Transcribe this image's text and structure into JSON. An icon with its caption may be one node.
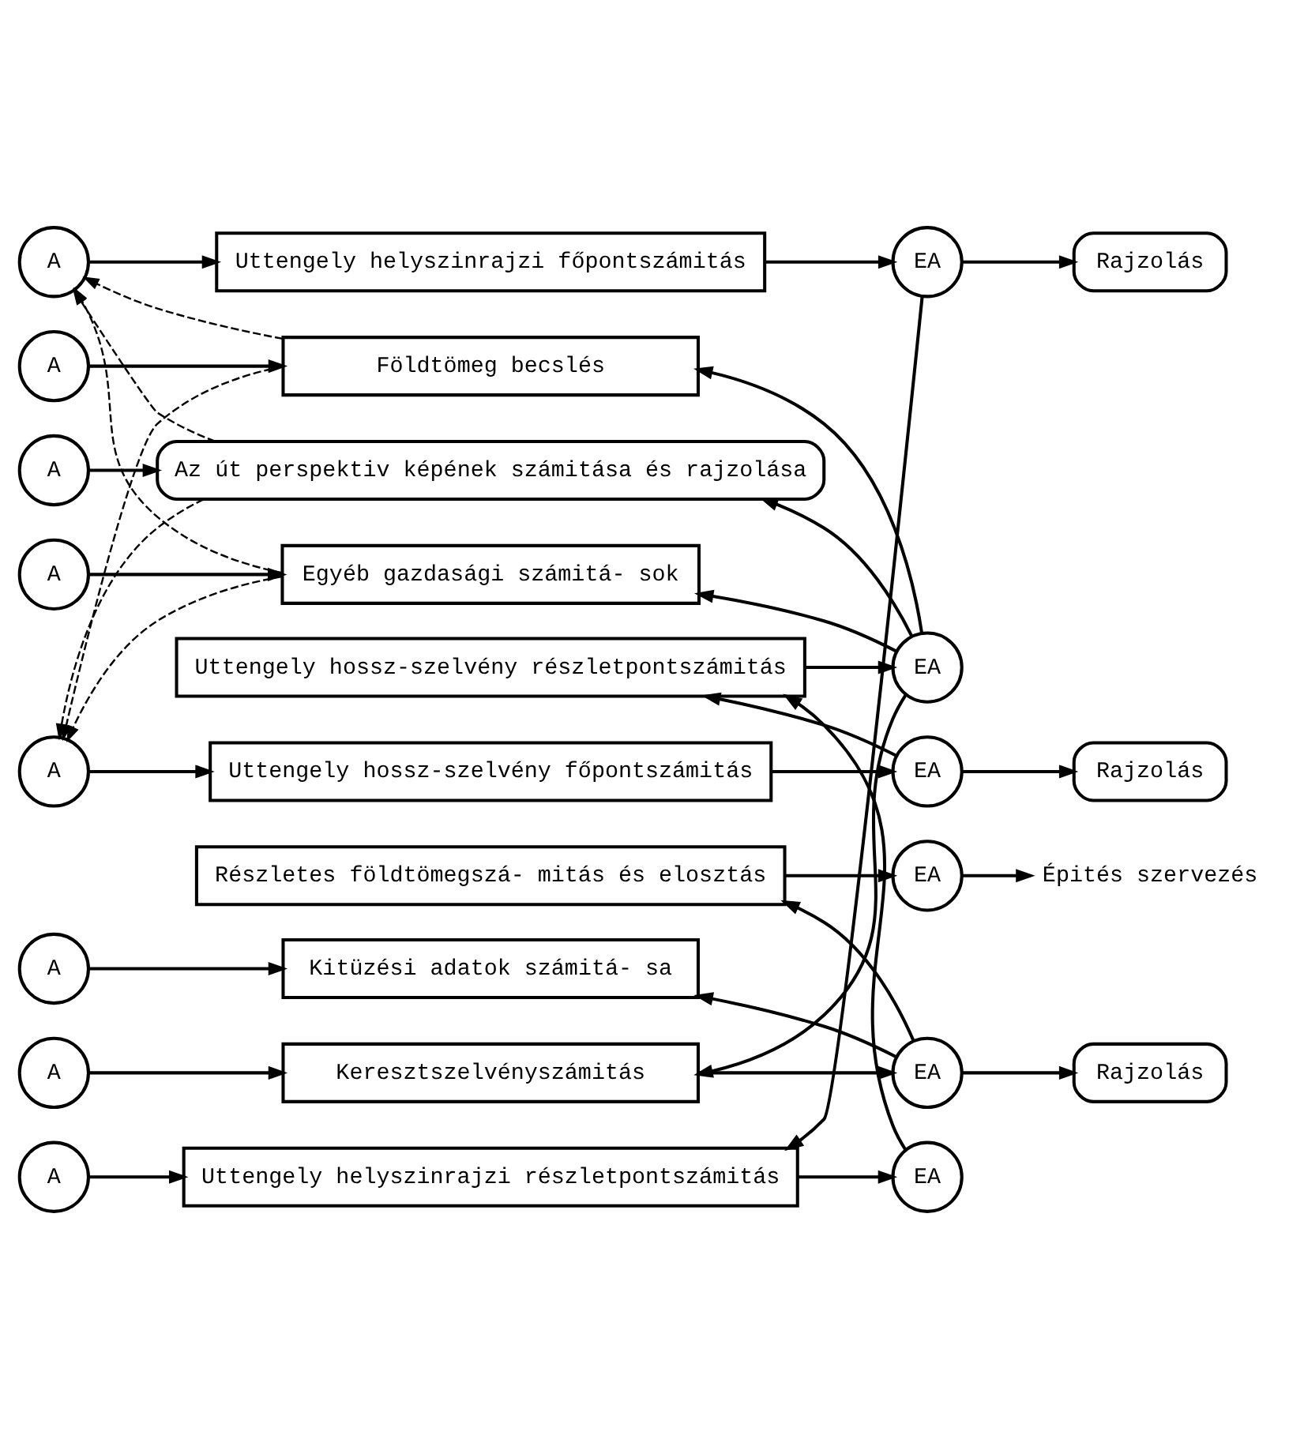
{
  "diagram": {
    "nodes": [
      {
        "text": [
          "A"
        ]
      },
      {
        "text": [
          "Uttengely helyszinrajzi főpontszámitás"
        ]
      },
      {
        "text": [
          "EA"
        ]
      },
      {
        "text": [
          "Rajzolás"
        ]
      },
      {
        "text": [
          "A"
        ]
      },
      {
        "text": [
          "Uttengely helyszinrajzi részletpontszámitás"
        ]
      },
      {
        "text": [
          "EA"
        ]
      },
      {
        "text": [
          "A"
        ]
      },
      {
        "text": [
          "Uttengely hossz-szelvény főpontszámitás"
        ]
      },
      {
        "text": [
          "EA"
        ]
      },
      {
        "text": [
          "Rajzolás"
        ]
      },
      {
        "text": [
          "Uttengely hossz-szelvény részletpontszámitás"
        ]
      },
      {
        "text": [
          "EA"
        ]
      },
      {
        "text": [
          "A"
        ]
      },
      {
        "text": [
          "Földtömeg becslés"
        ]
      },
      {
        "text": [
          "A"
        ]
      },
      {
        "text": [
          "Az út perspektiv képének számitása és rajzolása"
        ]
      },
      {
        "text": [
          "A"
        ]
      },
      {
        "text": [
          "Egyéb gazdasági számitá- sok"
        ]
      },
      {
        "text": [
          "A"
        ]
      },
      {
        "text": [
          "Keresztszelvényszámitás"
        ]
      },
      {
        "text": [
          "EA"
        ]
      },
      {
        "text": [
          "Rajzolás"
        ]
      },
      {
        "text": [
          "Részletes földtömegszá- mitás és elosztás"
        ]
      },
      {
        "text": [
          "EA"
        ]
      },
      {
        "text": [
          "A"
        ]
      },
      {
        "text": [
          "Kitüzési adatok számitá- sa"
        ]
      },
      {
        "text": [
          "Épités szervezés"
        ]
      }
    ],
    "edges": [
      {
        "from": 0,
        "to": 1,
        "arrow": "to"
      },
      {
        "from": 1,
        "to": 2,
        "arrow": "to"
      },
      {
        "from": 2,
        "to": 3,
        "arrow": "to"
      },
      {
        "from": 2,
        "to": 5,
        "arrow": "to"
      },
      {
        "from": 4,
        "to": 5,
        "arrow": "to"
      },
      {
        "from": 5,
        "to": 6,
        "arrow": "to"
      },
      {
        "from": 6,
        "to": 11,
        "arrow": "to"
      },
      {
        "from": 7,
        "to": 8,
        "arrow": "to"
      },
      {
        "from": 8,
        "to": 9,
        "arrow": "to"
      },
      {
        "from": 9,
        "to": 10,
        "arrow": "to"
      },
      {
        "from": 9,
        "to": 11,
        "arrow": "to"
      },
      {
        "from": 11,
        "to": 12,
        "arrow": "to"
      },
      {
        "from": 12,
        "to": 14,
        "arrow": "to"
      },
      {
        "from": 12,
        "to": 16,
        "arrow": "to"
      },
      {
        "from": 12,
        "to": 18,
        "arrow": "to"
      },
      {
        "from": 12,
        "to": 20,
        "arrow": "to"
      },
      {
        "from": 13,
        "to": 14,
        "arrow": "to"
      },
      {
        "from": 15,
        "to": 16,
        "arrow": "to"
      },
      {
        "from": 17,
        "to": 18,
        "arrow": "to"
      },
      {
        "from": 19,
        "to": 20,
        "arrow": "to"
      },
      {
        "from": 20,
        "to": 21,
        "arrow": "to"
      },
      {
        "from": 21,
        "to": 22,
        "arrow": "to"
      },
      {
        "from": 21,
        "to": 23,
        "arrow": "to"
      },
      {
        "from": 21,
        "to": 26,
        "arrow": "to"
      },
      {
        "from": 23,
        "to": 24,
        "arrow": "to"
      },
      {
        "from": 24,
        "to": 27,
        "arrow": "to"
      },
      {
        "from": 25,
        "to": 26,
        "arrow": "to"
      },
      {
        "from": 14,
        "to": 0,
        "arrow": "to",
        "style": "dashed"
      },
      {
        "from": 14,
        "to": 7,
        "arrow": "to",
        "style": "dashed"
      },
      {
        "from": 16,
        "to": 0,
        "arrow": "to",
        "style": "dashed"
      },
      {
        "from": 16,
        "to": 7,
        "arrow": "to",
        "style": "dashed"
      },
      {
        "from": 18,
        "to": 0,
        "arrow": "to",
        "style": "dashed"
      },
      {
        "from": 18,
        "to": 7,
        "arrow": "to",
        "style": "dashed"
      }
    ]
  }
}
